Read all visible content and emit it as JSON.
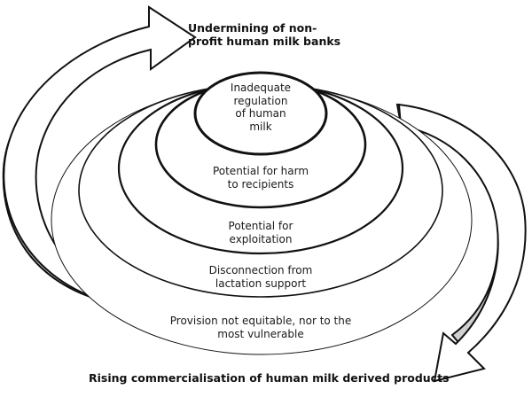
{
  "diagram": {
    "top_label": [
      "Undermining of non-",
      "profit human milk banks"
    ],
    "bottom_label": [
      "Rising commercialisation of human milk derived products"
    ],
    "layers": [
      {
        "id": "regulation",
        "lines": [
          "Inadequate",
          "regulation",
          "of human",
          "milk"
        ]
      },
      {
        "id": "harm",
        "lines": [
          "Potential for harm",
          "to recipients"
        ]
      },
      {
        "id": "exploitation",
        "lines": [
          "Potential for",
          "exploitation"
        ]
      },
      {
        "id": "lactation",
        "lines": [
          "Disconnection from",
          "lactation support"
        ]
      },
      {
        "id": "equity",
        "lines": [
          "Provision not equitable, nor to the",
          "most vulnerable"
        ]
      }
    ],
    "colors": {
      "stroke": "#111111",
      "arrow_shade": "#d0d0d0",
      "arrow_fill": "#ffffff"
    }
  }
}
